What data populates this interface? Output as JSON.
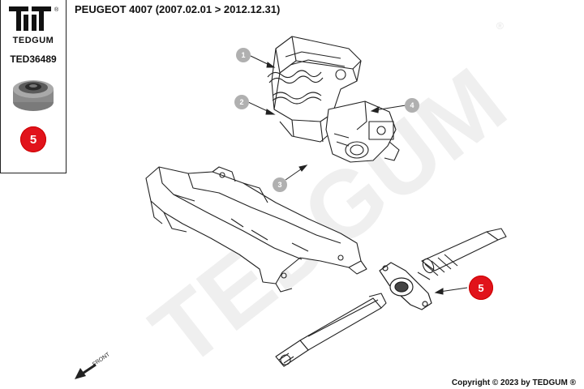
{
  "brand": {
    "name": "TEDGUM",
    "part_number": "TED36489",
    "registered_mark": "®"
  },
  "title": "PEUGEOT 4007 (2007.02.01 > 2012.12.31)",
  "watermark": "TEDGUM",
  "callouts": [
    "1",
    "2",
    "3",
    "4"
  ],
  "highlight_label": "5",
  "front_label": "FRONT",
  "copyright": "Copyright © 2023 by TEDGUM ®",
  "colors": {
    "badge": "#e1131b",
    "callout": "#b0b0b0",
    "watermark": "#efefef",
    "line": "#222222"
  }
}
